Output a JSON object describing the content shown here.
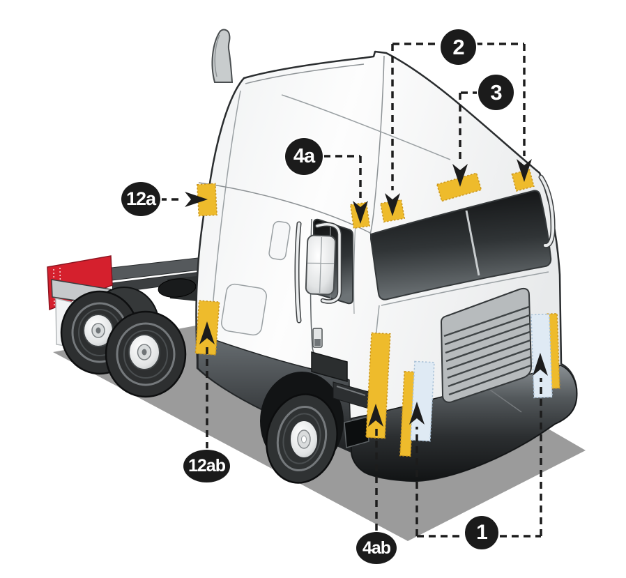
{
  "diagram": {
    "description": "Side-front view illustration of a truck tractor with numbered callouts pointing to lamp and marker locations",
    "callouts": {
      "n1": {
        "label": "1"
      },
      "n2": {
        "label": "2"
      },
      "n3": {
        "label": "3"
      },
      "n4a": {
        "label": "4a"
      },
      "n4ab": {
        "label": "4ab"
      },
      "n12a": {
        "label": "12a"
      },
      "n12ab": {
        "label": "12ab"
      }
    },
    "icons": {
      "arrow_down": "solid-triangle-down",
      "arrow_up": "solid-triangle-up",
      "arrow_right": "solid-triangle-right"
    },
    "colors": {
      "marker_yellow": "#eebb2c",
      "marker_yellow_border": "#c9951e",
      "marker_blue": "#dfeaf4",
      "marker_blue_border": "#a9c1d7",
      "callout_bg": "#1b1b1b",
      "callout_text": "#ffffff",
      "connector": "#1c1c1c",
      "red_panel": "#d5202d",
      "shadow": "#9b9b9b",
      "outline": "#2a2d2f"
    }
  }
}
